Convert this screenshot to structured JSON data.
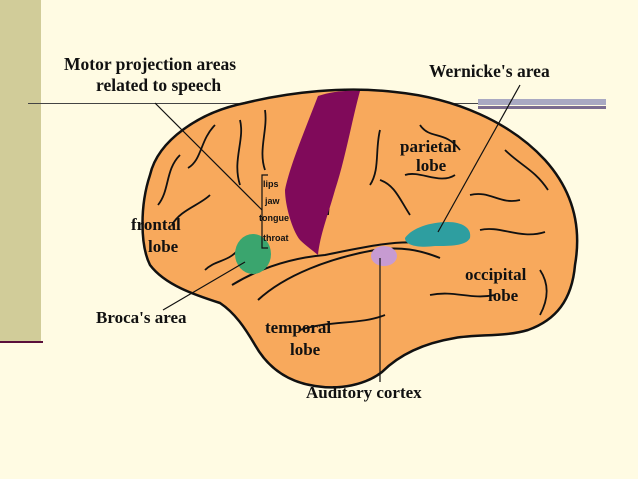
{
  "labels": {
    "motor_line1": "Motor projection areas",
    "motor_line2": "related to speech",
    "wernicke": "Wernicke's area",
    "parietal_line1": "parietal",
    "parietal_line2": "lobe",
    "frontal_line1": "frontal",
    "frontal_line2": "lobe",
    "occipital_line1": "occipital",
    "occipital_line2": "lobe",
    "temporal_line1": "temporal",
    "temporal_line2": "lobe",
    "broca": "Broca's area",
    "auditory": "Auditory cortex"
  },
  "motor_parts": [
    "lips",
    "jaw",
    "tongue",
    "throat"
  ],
  "colors": {
    "background": "#fffbe3",
    "brain": "#f8a95c",
    "motor_strip": "#800a5a",
    "broca": "#3aa56e",
    "wernicke": "#2e9ea0",
    "auditory": "#c79bd2"
  }
}
